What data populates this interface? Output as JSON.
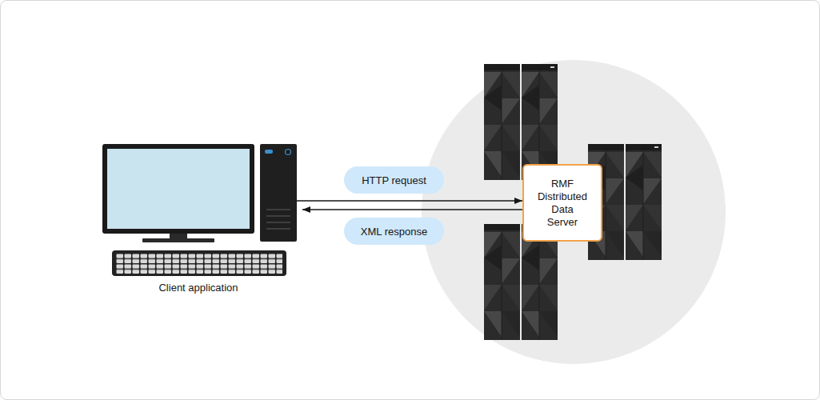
{
  "diagram": {
    "nodes": [
      {
        "text": [
          "Client application"
        ]
      },
      {
        "text": [
          "RMF Distributed Data Server"
        ]
      }
    ],
    "edges": [
      {
        "from": 0,
        "to": 1,
        "arrow": "to",
        "label": "HTTP request"
      },
      {
        "from": 1,
        "to": 0,
        "arrow": "to",
        "label": "XML response"
      }
    ]
  }
}
